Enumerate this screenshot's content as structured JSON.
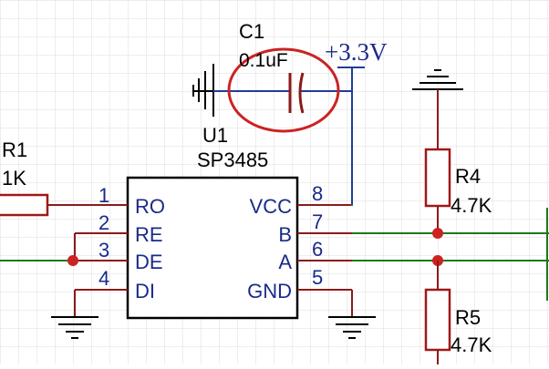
{
  "colors": {
    "grid": "#dcdcdc",
    "wire_black": "#000000",
    "wire_red": "#8b1a1a",
    "wire_blue": "#1f3d99",
    "wire_green": "#1a7a1a",
    "text_blue": "#1a2a8a",
    "highlight_circle": "#cc2222",
    "component_red": "#a01818",
    "junction": "#cc2222"
  },
  "capacitor": {
    "designator": "C1",
    "value": "0.1uF"
  },
  "power": {
    "label": "+3.3V"
  },
  "chip": {
    "designator": "U1",
    "part": "SP3485",
    "pins_left": [
      {
        "num": "1",
        "name": "RO"
      },
      {
        "num": "2",
        "name": "RE"
      },
      {
        "num": "3",
        "name": "DE"
      },
      {
        "num": "4",
        "name": "DI"
      }
    ],
    "pins_right": [
      {
        "num": "8",
        "name": "VCC"
      },
      {
        "num": "7",
        "name": "B"
      },
      {
        "num": "6",
        "name": "A"
      },
      {
        "num": "5",
        "name": "GND"
      }
    ]
  },
  "resistors": [
    {
      "designator": "R1",
      "value": "1K"
    },
    {
      "designator": "R4",
      "value": "4.7K"
    },
    {
      "designator": "R5",
      "value": "4.7K"
    }
  ],
  "icons": [
    "ground-icon",
    "capacitor-icon",
    "resistor-icon",
    "junction-dot-icon"
  ]
}
